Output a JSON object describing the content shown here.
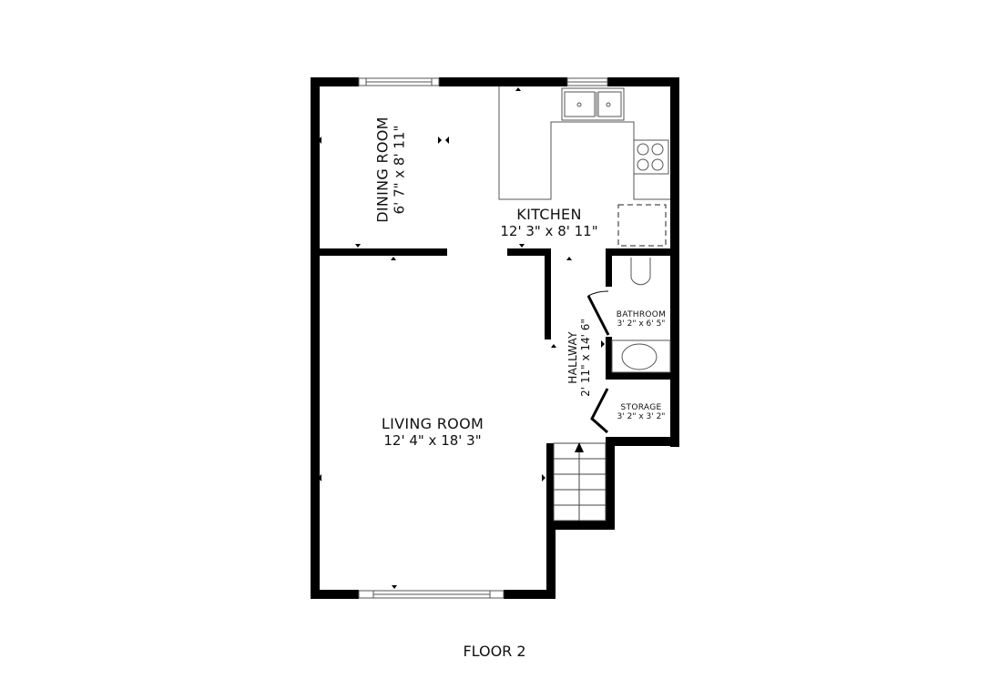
{
  "floor": {
    "label": "FLOOR 2"
  },
  "rooms": [
    {
      "id": "dining-room",
      "name": "DINING ROOM",
      "dims": "6' 7\" x 8' 11\""
    },
    {
      "id": "kitchen",
      "name": "KITCHEN",
      "dims": "12' 3\" x 8' 11\""
    },
    {
      "id": "bathroom",
      "name": "BATHROOM",
      "dims": "3' 2\" x 6' 5\""
    },
    {
      "id": "hallway",
      "name": "HALLWAY",
      "dims": "2' 11\" x 14' 6\""
    },
    {
      "id": "storage",
      "name": "STORAGE",
      "dims": "3' 2\" x 3' 2\""
    },
    {
      "id": "living-room",
      "name": "LIVING ROOM",
      "dims": "12' 4\" x 18' 3\""
    }
  ],
  "colors": {
    "wall": "#000000",
    "fixture": "#555555",
    "background": "#ffffff"
  }
}
